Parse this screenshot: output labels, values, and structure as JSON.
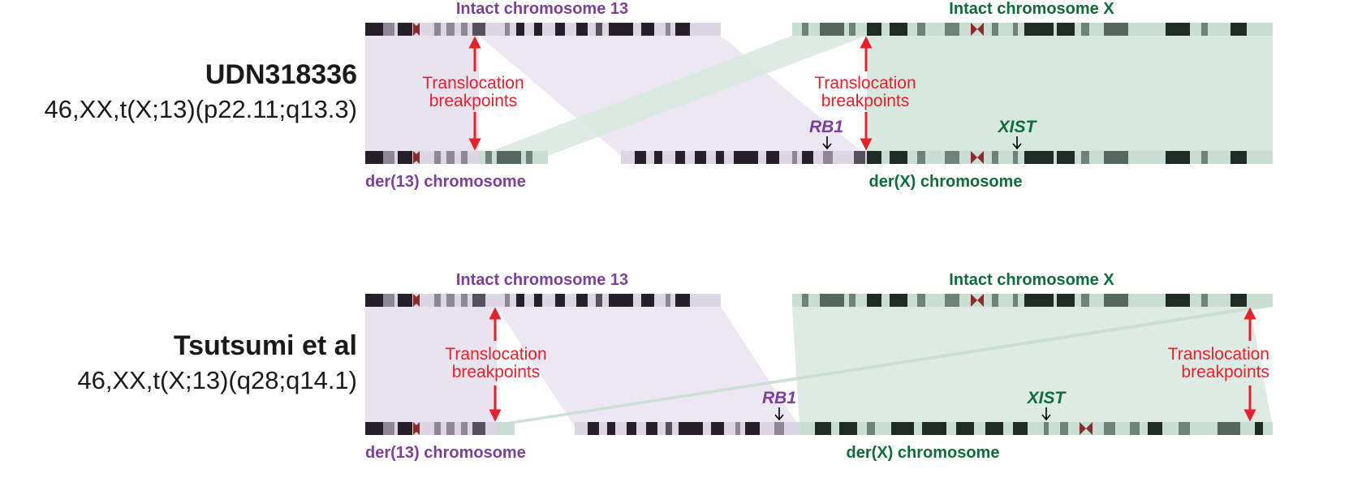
{
  "colors": {
    "chr13_light": "#dcd6e4",
    "chr13_band_dark": "#27202a",
    "chr13_band_mid": "#8e8597",
    "chr13_label": "#7b3f9e",
    "chrX_light": "#c9ddd2",
    "chrX_band_dark": "#1f2b24",
    "chrX_band_mid": "#6f8277",
    "chrX_label": "#0e6b3a",
    "purple_shade": "#e9e3f0",
    "green_shade": "#d7e8df",
    "arrow": "#e8202a",
    "centromere": "#8b2a2a"
  },
  "panels": [
    {
      "case_id": "UDN318336",
      "karyotype": "46,XX,t(X;13)(p22.11;q13.3)",
      "intact13_label": "Intact chromosome 13",
      "intactX_label": "Intact chromosome X",
      "der13_label": "der(13) chromosome",
      "derX_label": "der(X) chromosome",
      "breakpoint_label_13": [
        "Translocation",
        "breakpoints"
      ],
      "breakpoint_label_x": [
        "Translocation",
        "breakpoints"
      ],
      "gene_13": "RB1",
      "gene_x": "XIST"
    },
    {
      "case_id": "Tsutsumi et al",
      "karyotype": "46,XX,t(X;13)(q28;q14.1)",
      "intact13_label": "Intact chromosome 13",
      "intactX_label": "Intact chromosome X",
      "der13_label": "der(13) chromosome",
      "derX_label": "der(X) chromosome",
      "breakpoint_label_13": [
        "Translocation",
        "breakpoints"
      ],
      "breakpoint_label_x": [
        "Translocation",
        "breakpoints"
      ],
      "gene_13": "RB1",
      "gene_x": "XIST"
    }
  ]
}
